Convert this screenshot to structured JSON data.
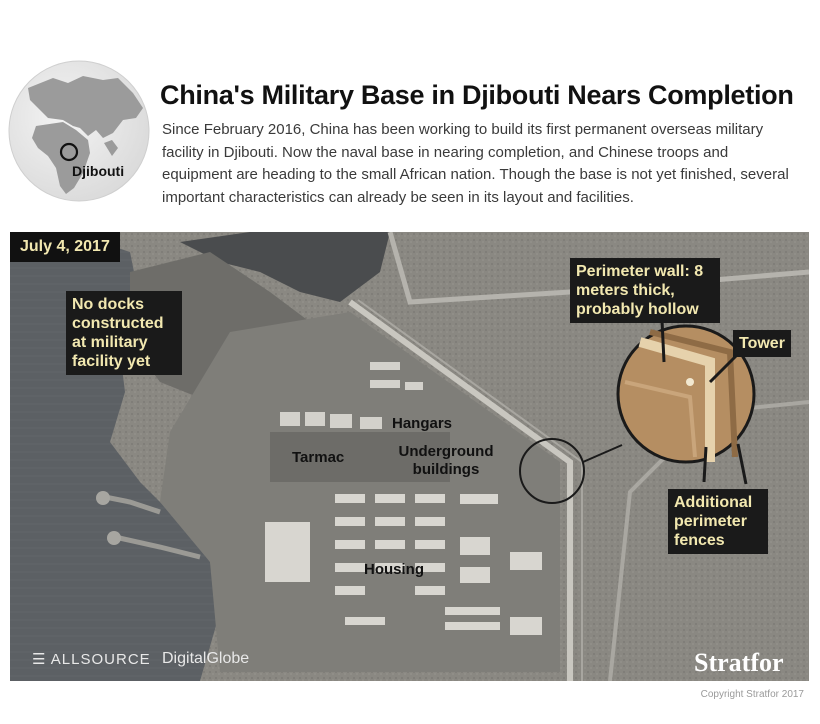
{
  "header": {
    "title": "China's Military Base in Djibouti Nears Completion",
    "intro": "Since February 2016, China has been working to build its first permanent overseas military facility in Djibouti. Now the naval base in nearing completion, and Chinese troops and equipment are heading to the small African nation. Though the base is not yet finished, several important characteristics can already be seen in its layout and facilities."
  },
  "locator": {
    "place_label": "Djibouti"
  },
  "map": {
    "date": "July 4, 2017",
    "callouts": {
      "no_docks": "No docks constructed at military facility yet",
      "perimeter_wall": "Perimeter wall: 8 meters thick, probably hollow",
      "tower": "Tower",
      "fences": "Additional perimeter fences"
    },
    "labels": {
      "hangars": "Hangars",
      "tarmac": "Tarmac",
      "underground": "Underground buildings",
      "housing": "Housing"
    },
    "brands": {
      "allsource": "ALLSOURCE",
      "digitalglobe": "DigitalGlobe",
      "stratfor": "Stratfor"
    }
  },
  "footer": {
    "copyright": "Copyright Stratfor 2017"
  },
  "colors": {
    "callout_bg": "#1a1a1a",
    "callout_text": "#f2e8b0",
    "sea": "#5b5f63",
    "land": "#8e8c86"
  }
}
